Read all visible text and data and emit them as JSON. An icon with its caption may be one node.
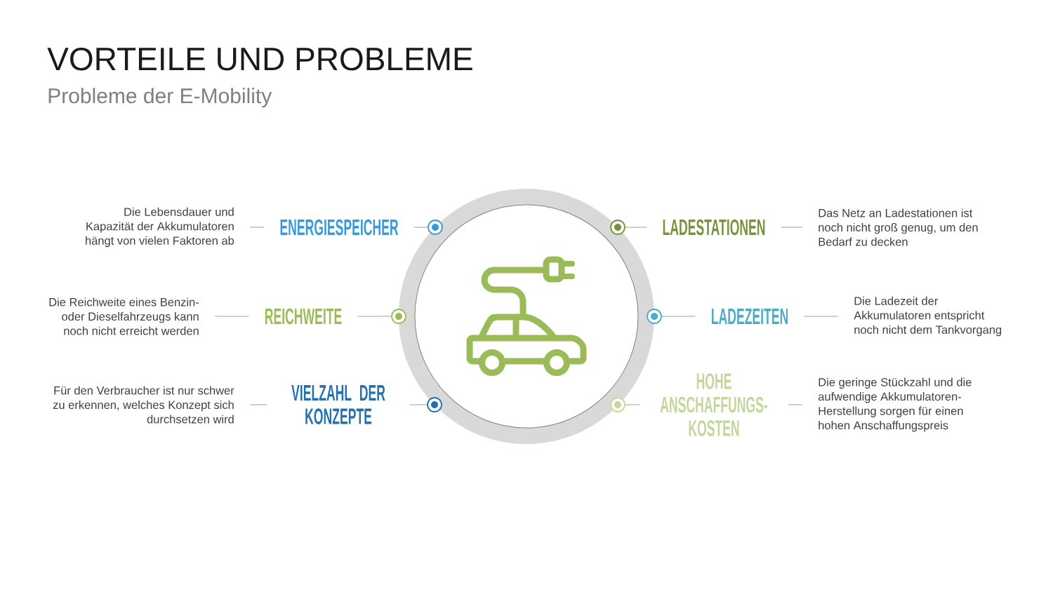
{
  "diagram": {
    "title": "VORTEILE UND PROBLEME",
    "nodes": [
      {
        "text": [
          "Die Lebensdauer und Kapazität der Akkumulatoren hängt von vielen Faktoren ab"
        ]
      },
      {
        "text": [
          "ENERGIESPEICHER"
        ]
      },
      {
        "text": [],
        "shape": "circle"
      },
      {
        "text": [],
        "shape": "circle"
      },
      {
        "text": [
          "LADESTATIONEN"
        ]
      },
      {
        "text": [
          "Das Netz an Ladestationen ist noch nicht groß genug, um den Bedarf zu decken"
        ]
      },
      {
        "text": [
          "Die Reichweite eines Benzin- oder Dieselfahrzeugs kann noch nicht erreicht werden"
        ]
      },
      {
        "text": [
          "REICHWEITE"
        ]
      },
      {
        "text": [],
        "shape": "circle"
      },
      {
        "text": [],
        "shape": "circle"
      },
      {
        "text": [
          "LADEZEITEN"
        ]
      },
      {
        "text": [
          "Die Ladezeit der Akkumulatoren entspricht noch nicht dem Tankvorgang"
        ]
      },
      {
        "text": [
          "Für den Verbraucher ist nur schwer zu erkennen, welches Konzept sich durchsetzen wird"
        ]
      },
      {
        "text": [
          "VIELZAHL DER KONZEPTE"
        ]
      },
      {
        "text": [],
        "shape": "circle"
      },
      {
        "text": [],
        "shape": "circle"
      },
      {
        "text": [
          "HOHE ANSCHAFFUNGS- KOSTEN"
        ]
      },
      {
        "text": [
          "Die geringe Stückzahl und die aufwendige Akkumulatoren- Herstellung sorgen für einen hohen Anschaffungspreis"
        ]
      }
    ],
    "edges": [
      {
        "from": 0,
        "to": 1,
        "arrow": "none"
      },
      {
        "from": 1,
        "to": 2,
        "arrow": "none"
      },
      {
        "from": 3,
        "to": 4,
        "arrow": "none"
      },
      {
        "from": 4,
        "to": 5,
        "arrow": "none"
      },
      {
        "from": 6,
        "to": 7,
        "arrow": "none"
      },
      {
        "from": 7,
        "to": 8,
        "arrow": "none"
      },
      {
        "from": 9,
        "to": 10,
        "arrow": "none"
      },
      {
        "from": 10,
        "to": 11,
        "arrow": "none"
      },
      {
        "from": 12,
        "to": 13,
        "arrow": "none"
      },
      {
        "from": 13,
        "to": 14,
        "arrow": "none"
      },
      {
        "from": 15,
        "to": 16,
        "arrow": "none"
      },
      {
        "from": 16,
        "to": 17,
        "arrow": "none"
      }
    ],
    "labels": [
      "Probleme der E-Mobility"
    ]
  }
}
